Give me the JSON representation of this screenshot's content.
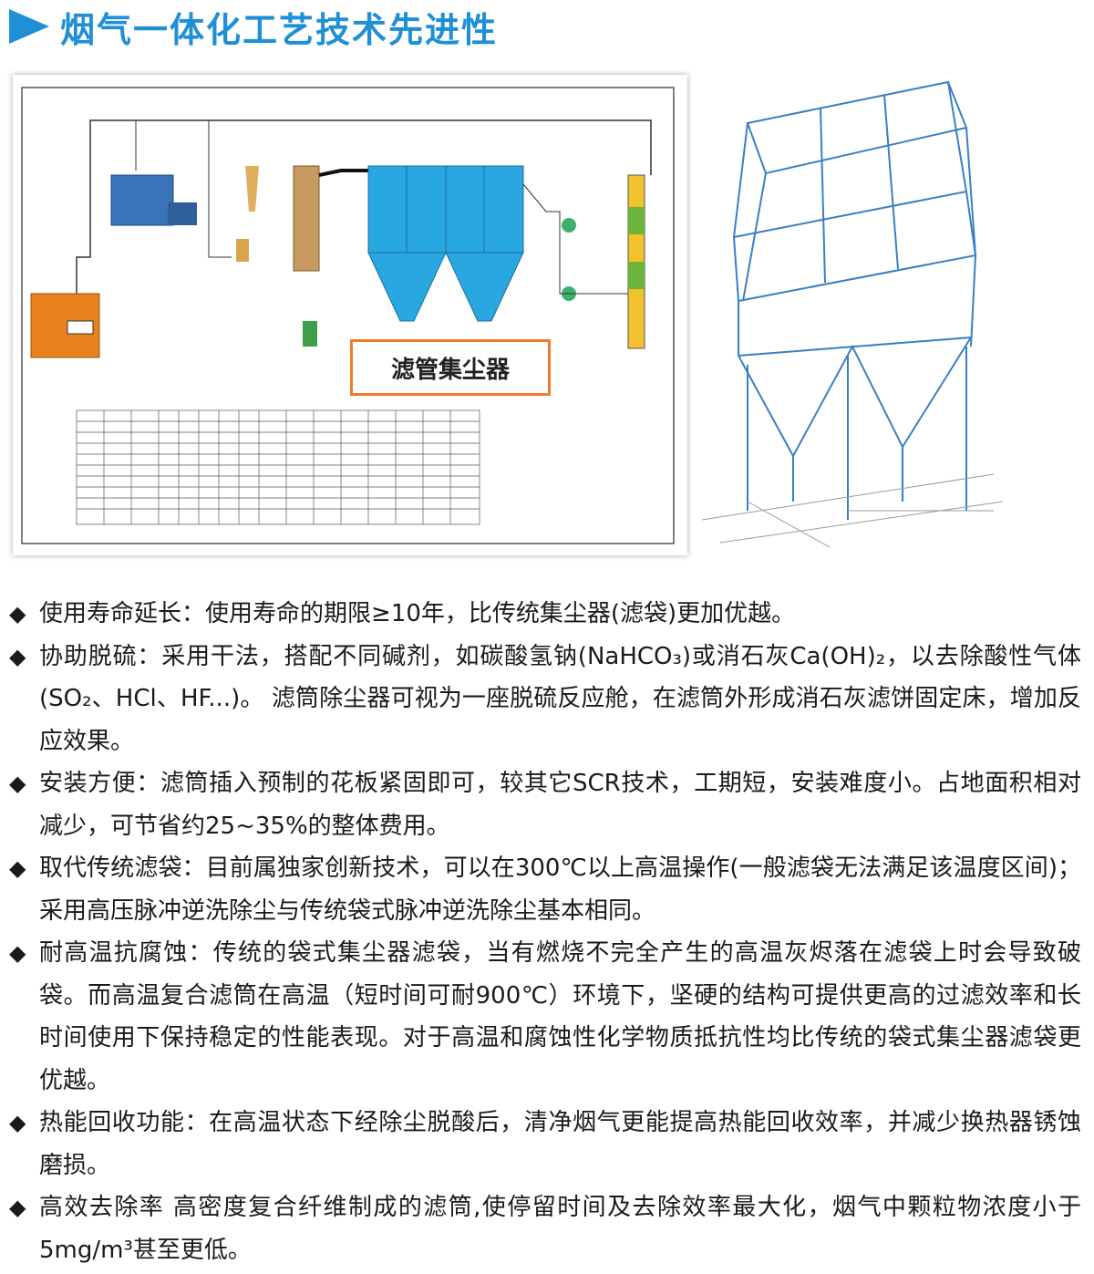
{
  "title": "烟气一体化工艺技术先进性",
  "diagram": {
    "label": "滤管集尘器"
  },
  "bullets": [
    {
      "text": "使用寿命延长：使用寿命的期限≥10年，比传统集尘器(滤袋)更加优越。"
    },
    {
      "text": "协助脱硫：采用干法，搭配不同碱剂，如碳酸氢钠(NaHCO₃)或消石灰Ca(OH)₂，以去除酸性气体(SO₂、HCl、HF...)。 滤筒除尘器可视为一座脱硫反应舱，在滤筒外形成消石灰滤饼固定床，增加反应效果。"
    },
    {
      "text": "安装方便：滤筒插入预制的花板紧固即可，较其它SCR技术，工期短，安装难度小。占地面积相对减少，可节省约25~35%的整体费用。"
    },
    {
      "text": "取代传统滤袋：目前属独家创新技术，可以在300℃以上高温操作(一般滤袋无法满足该温度区间)；采用高压脉冲逆洗除尘与传统袋式脉冲逆洗除尘基本相同。"
    },
    {
      "text": "耐高温抗腐蚀：传统的袋式集尘器滤袋，当有燃烧不完全产生的高温灰烬落在滤袋上时会导致破袋。而高温复合滤筒在高温（短时间可耐900℃）环境下，坚硬的结构可提供更高的过滤效率和长时间使用下保持稳定的性能表现。对于高温和腐蚀性化学物质抵抗性均比传统的袋式集尘器滤袋更优越。"
    },
    {
      "text": "热能回收功能：在高温状态下经除尘脱酸后，清净烟气更能提高热能回收效率，并减少换热器锈蚀磨损。"
    },
    {
      "text": "高效去除率 高密度复合纤维制成的滤筒,使停留时间及去除效率最大化，烟气中颗粒物浓度小于5mg/m³甚至更低。"
    }
  ],
  "colors": {
    "title": "#1f8fd6",
    "label_border": "#ef7b2f",
    "structure": "#3a7fc4"
  }
}
